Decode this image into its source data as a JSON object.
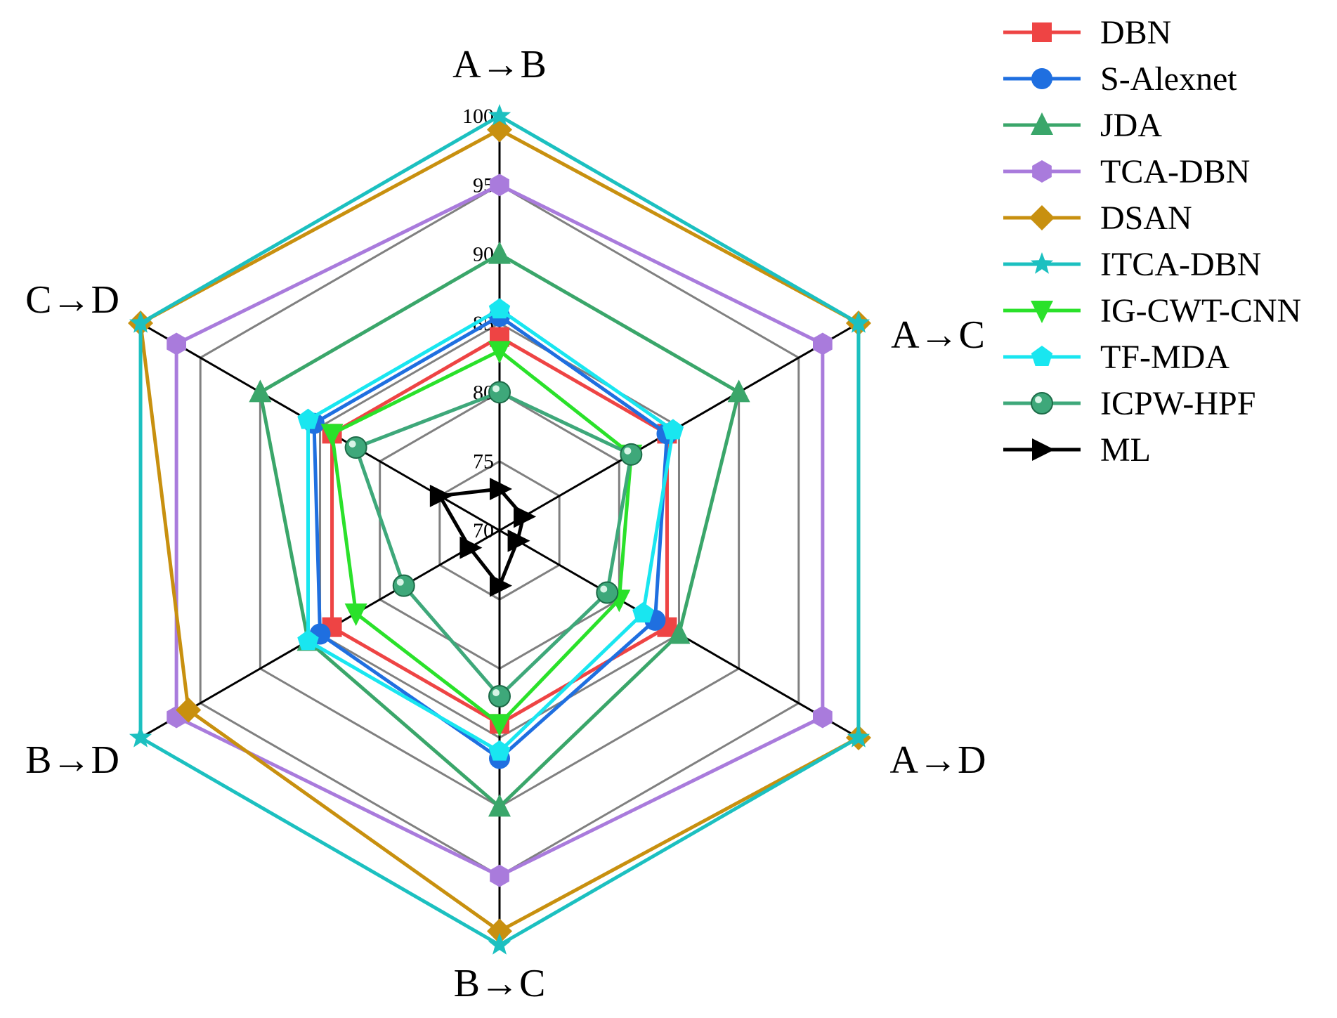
{
  "chart_data": {
    "type": "radar",
    "title": "",
    "axes": [
      "A→B",
      "A→C",
      "A→D",
      "B→C",
      "B→D",
      "C→D"
    ],
    "rlim": [
      70,
      100
    ],
    "ticks": [
      70,
      75,
      80,
      85,
      90,
      95,
      100
    ],
    "grid": true,
    "legend_position": "right",
    "series": [
      {
        "name": "DBN",
        "color": "#ee4444",
        "marker": "square",
        "values": [
          84.0,
          84.0,
          84.0,
          84.0,
          84.0,
          84.0
        ]
      },
      {
        "name": "S-Alexnet",
        "color": "#1f6fe0",
        "marker": "circle",
        "values": [
          85.5,
          84.0,
          83.0,
          86.5,
          85.0,
          85.5
        ]
      },
      {
        "name": "JDA",
        "color": "#3aa66a",
        "marker": "triangle-up",
        "values": [
          90.0,
          90.0,
          85.0,
          90.0,
          86.0,
          90.0
        ]
      },
      {
        "name": "TCA-DBN",
        "color": "#a97bdc",
        "marker": "hexagon",
        "values": [
          95.0,
          97.0,
          97.0,
          95.0,
          97.0,
          97.0
        ]
      },
      {
        "name": "DSAN",
        "color": "#c8900f",
        "marker": "diamond",
        "values": [
          99.0,
          100.0,
          100.0,
          99.0,
          96.0,
          100.0
        ]
      },
      {
        "name": "ITCA-DBN",
        "color": "#1cc0c0",
        "marker": "star",
        "values": [
          100.0,
          100.0,
          100.0,
          100.0,
          100.0,
          100.0
        ]
      },
      {
        "name": "IG-CWT-CNN",
        "color": "#2ae12a",
        "marker": "triangle-down",
        "values": [
          83.0,
          81.0,
          80.0,
          84.0,
          82.0,
          84.0
        ]
      },
      {
        "name": "TF-MDA",
        "color": "#19e6f0",
        "marker": "pentagon",
        "values": [
          86.0,
          84.5,
          82.0,
          86.0,
          86.0,
          86.0
        ]
      },
      {
        "name": "ICPW-HPF",
        "color": "#3ea87a",
        "marker": "sphere",
        "values": [
          80.0,
          81.0,
          79.0,
          82.0,
          78.0,
          82.0
        ]
      },
      {
        "name": "ML",
        "color": "#000000",
        "marker": "triangle-right",
        "values": [
          73.0,
          72.0,
          71.5,
          74.0,
          72.5,
          75.0
        ]
      }
    ]
  }
}
